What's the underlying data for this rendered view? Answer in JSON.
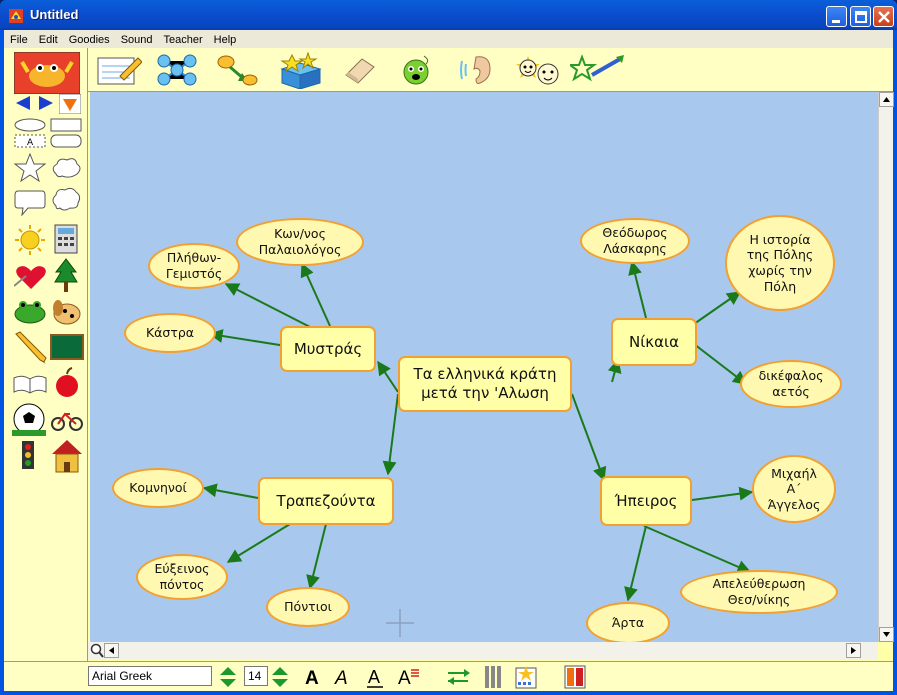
{
  "window": {
    "title": "Untitled"
  },
  "menu": [
    "File",
    "Edit",
    "Goodies",
    "Sound",
    "Teacher",
    "Help"
  ],
  "palette_icons": [
    "crab-icon",
    "arrow-left-icon",
    "arrow-right-icon",
    "arrow-down-icon",
    "oval-shape-icon",
    "rectangle-shape-icon",
    "text-box-icon",
    "rounded-rect-icon",
    "star-icon",
    "cloud-icon",
    "speech-bubble-icon",
    "thought-bubble-icon",
    "sun-icon",
    "calculator-icon",
    "heart-icon",
    "tree-icon",
    "frog-icon",
    "dog-icon",
    "pencil-icon",
    "chalkboard-icon",
    "book-icon",
    "apple-icon",
    "soccer-ball-icon",
    "bicycle-icon",
    "traffic-light-icon",
    "house-icon"
  ],
  "toolbar_icons": [
    "notepad-icon",
    "outline-icon",
    "link-icon",
    "goodie-box-icon",
    "eraser-icon",
    "speaker-face-icon",
    "ear-icon",
    "faces-icon",
    "paint-brush-icon"
  ],
  "map": {
    "center": "Τα ελληνικά κράτη\nμετά την 'Αλωση",
    "topics": [
      "Μυστράς",
      "Νίκαια",
      "Τραπεζούντα",
      "Ήπειρος"
    ],
    "subtopics": {
      "mystras": [
        "Πλήθων-\nΓεμιστός",
        "Κων/νος\nΠαλαιολόγος",
        "Κάστρα"
      ],
      "nikaia": [
        "Θεόδωρος\nΛάσκαρης",
        "Η ιστορία\nτης Πόλης\nχωρίς την\nΠόλη",
        "δικέφαλος\nαετός"
      ],
      "trapezounta": [
        "Κομνηνοί",
        "Εύξεινος\nπόντος",
        "Πόντιοι"
      ],
      "ipeiros": [
        "Μιχαήλ\nΑ΄\nΆγγελος",
        "Απελεύθερωση\nΘεσ/νίκης",
        "Άρτα"
      ]
    }
  },
  "format": {
    "font": "Arial Greek",
    "size": "14"
  },
  "format_icons": [
    "bold-icon",
    "italic-icon",
    "underline-icon",
    "text-color-icon",
    "link-tool-icon",
    "columns-icon",
    "picture-icon",
    "color-swatch-icon"
  ],
  "colors": {
    "canvas": "#a8c8ee",
    "node_fill": "#fff8b0",
    "node_border": "#f2a030",
    "link": "#1a7a1a",
    "title_bar": "#0b4fd0"
  }
}
